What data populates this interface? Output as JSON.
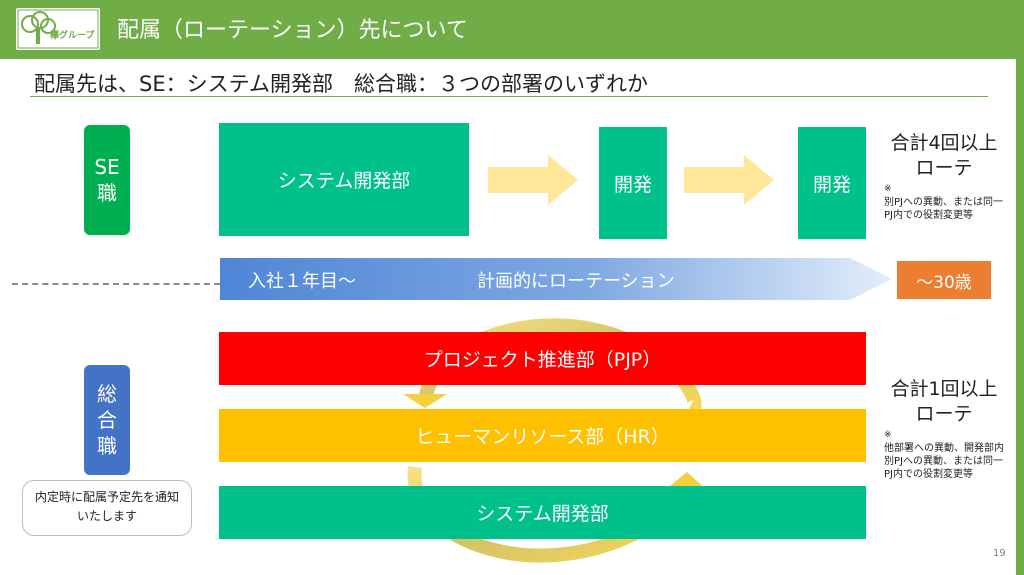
{
  "header": {
    "logo_text": "欅グループ",
    "title": "配属（ローテーション）先について"
  },
  "subtitle": "配属先は、SE：システム開発部　総合職：３つの部署のいずれか",
  "se": {
    "badge": "SE職",
    "box_main": "システム開発部",
    "box_2": "開発",
    "box_3": "開発",
    "total_line1": "合計4回以上",
    "total_line2": "ローテ",
    "note_mark": "※",
    "note": "別PJへの異動、または同一PJ内での役割変更等"
  },
  "timeline": {
    "start": "入社１年目〜",
    "mid": "計画的にローテーション",
    "age": "〜30歳"
  },
  "sogo": {
    "badge": "総合職",
    "dept1": "プロジェクト推進部（PJP）",
    "dept2": "ヒューマンリソース部（HR）",
    "dept3": "システム開発部",
    "total_line1": "合計1回以上",
    "total_line2": "ローテ",
    "note_mark": "※",
    "note": "他部署への異動、開発部内別PJへの異動、または同一PJ内での役割変更等",
    "info": "内定時に配属予定先を通知いたします"
  },
  "page_number": "19",
  "colors": {
    "header_green": "#70ad47",
    "dept_green": "#00c08b",
    "pjp_red": "#ff0000",
    "hr_yellow": "#ffc000",
    "age_orange": "#ed7d31",
    "sogo_blue": "#4472c4"
  }
}
